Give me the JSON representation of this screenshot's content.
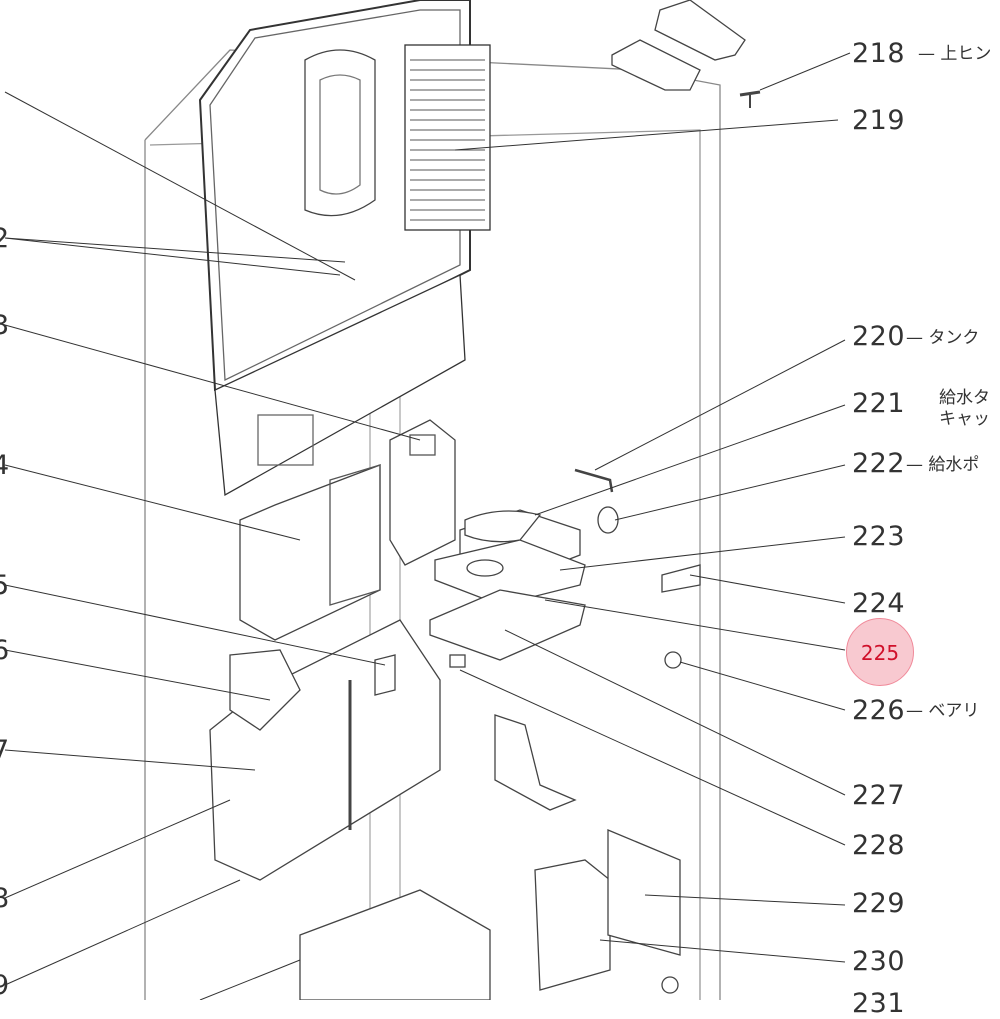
{
  "callouts": [
    {
      "num": "218",
      "desc": "上ヒン"
    },
    {
      "num": "219",
      "desc": ""
    },
    {
      "num": "220",
      "desc": "タンク"
    },
    {
      "num": "221",
      "desc": "給水タ\nキャッ"
    },
    {
      "num": "222",
      "desc": "給水ポ"
    },
    {
      "num": "223",
      "desc": ""
    },
    {
      "num": "224",
      "desc": ""
    },
    {
      "num": "225",
      "desc": "",
      "highlighted": true
    },
    {
      "num": "226",
      "desc": "ベアリ"
    },
    {
      "num": "227",
      "desc": ""
    },
    {
      "num": "228",
      "desc": ""
    },
    {
      "num": "229",
      "desc": ""
    },
    {
      "num": "230",
      "desc": ""
    },
    {
      "num": "231",
      "desc": ""
    }
  ],
  "left_callouts_partial": [
    "2",
    "3",
    "4",
    "5",
    "6",
    "7",
    "8",
    "9"
  ],
  "highlight_color": "#f8c9d0"
}
